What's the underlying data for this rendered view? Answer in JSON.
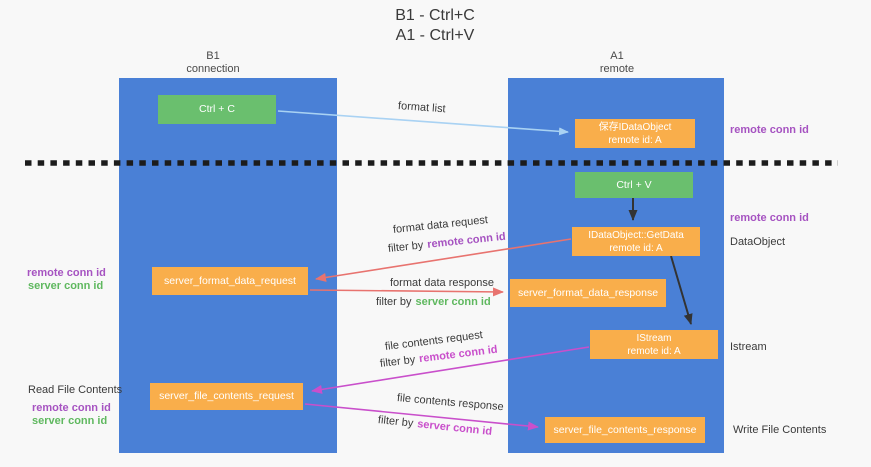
{
  "title": {
    "line1": "B1 - Ctrl+C",
    "line2": "A1 - Ctrl+V"
  },
  "lanes": {
    "left": {
      "name": "B1",
      "role": "connection"
    },
    "right": {
      "name": "A1",
      "role": "remote"
    }
  },
  "boxes": {
    "ctrl_c": {
      "label": "Ctrl + C"
    },
    "ctrl_v": {
      "label": "Ctrl + V"
    },
    "save_dataobject": {
      "line1": "保存IDataObject",
      "line2": "remote id: A"
    },
    "getdata": {
      "line1": "IDataObject::GetData",
      "line2": "remote id: A"
    },
    "istream": {
      "line1": "IStream",
      "line2": "remote id: A"
    },
    "server_format_data_request": {
      "label": "server_format_data_request"
    },
    "server_format_data_response": {
      "label": "server_format_data_response"
    },
    "server_file_contents_request": {
      "label": "server_file_contents_request"
    },
    "server_file_contents_response": {
      "label": "server_file_contents_response"
    }
  },
  "arrow_labels": {
    "format_list": "format list",
    "format_data_request": "format data request",
    "format_data_response": "format data response",
    "file_contents_request": "file contents request",
    "file_contents_response": "file contents response",
    "filter_by": "filter by",
    "remote_conn_id": "remote conn id",
    "server_conn_id": "server conn id"
  },
  "side_labels": {
    "right_top_remote_conn_id": "remote conn id",
    "right_mid_remote_conn_id": "remote conn id",
    "dataobject": "DataObject",
    "istream": "Istream",
    "write_file_contents": "Write File Contents",
    "left_remote_conn_id": "remote conn id",
    "left_server_conn_id": "server conn id",
    "read_file_contents": "Read File Contents",
    "read_remote_conn_id": "remote conn id",
    "read_server_conn_id": "server conn id"
  },
  "colors": {
    "lane_blue": "#4a80d6",
    "box_green": "#6abf6e",
    "box_orange": "#f9ae4b",
    "arrow_light_blue": "#a9d2f3",
    "arrow_salmon": "#e8736f",
    "arrow_magenta": "#c94fcb",
    "arrow_black": "#333333",
    "text_purple": "#a653c1",
    "text_green": "#5fb85f",
    "dashed_line": "#1c1c1c",
    "background": "#f8f8f8"
  }
}
